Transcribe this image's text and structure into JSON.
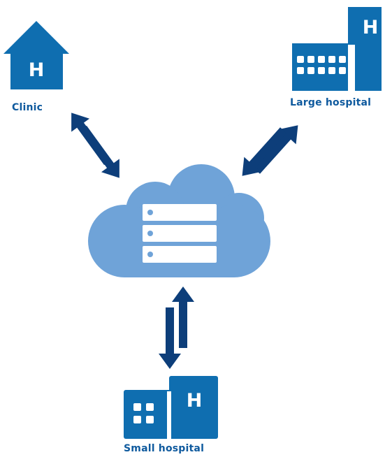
{
  "colors": {
    "brand_blue": "#0f6eb0",
    "arrow_navy": "#0d3e7a",
    "cloud_blue": "#6fa3d8",
    "label_blue": "#0f5a9e"
  },
  "nodes": {
    "clinic": {
      "label": "Clinic",
      "badge": "H",
      "icon": "house-icon"
    },
    "large_hospital": {
      "label": "Large hospital",
      "badge": "H",
      "icon": "large-hospital-building-icon"
    },
    "small_hospital": {
      "label": "Small hospital",
      "badge": "H",
      "icon": "small-hospital-building-icon"
    },
    "cloud": {
      "icon": "cloud-server-icon"
    }
  },
  "connections": [
    {
      "between": [
        "clinic",
        "cloud"
      ],
      "direction": "bidirectional"
    },
    {
      "between": [
        "large_hospital",
        "cloud"
      ],
      "direction": "bidirectional"
    },
    {
      "between": [
        "small_hospital",
        "cloud"
      ],
      "direction": "bidirectional"
    }
  ]
}
